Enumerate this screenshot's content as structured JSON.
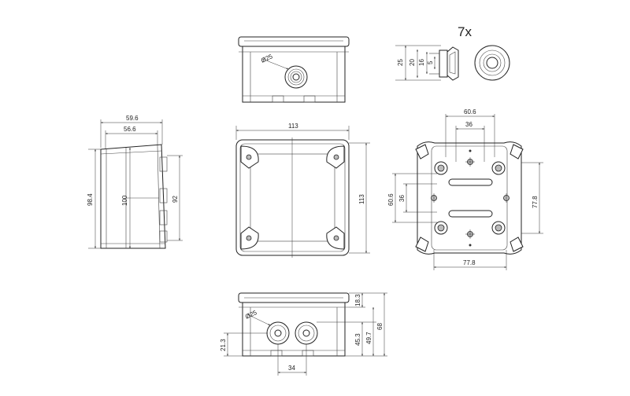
{
  "quantity_label": "7x",
  "dims": {
    "top_d25": "Ø25",
    "gland_25": "25",
    "gland_20": "20",
    "gland_16": "16",
    "gland_5": "5",
    "side_59_6": "59.6",
    "side_56_6": "56.6",
    "side_98_4": "98.4",
    "side_100": "100",
    "side_92": "92",
    "front_113_w": "113",
    "front_113_h": "113",
    "back_60_6_top": "60.6",
    "back_36_top": "36",
    "back_60_6_left": "60.6",
    "back_36_left": "36",
    "back_77_8_right": "77.8",
    "back_77_8_bottom": "77.8",
    "bot_d25": "Ø25",
    "bot_21_3": "21.3",
    "bot_34": "34",
    "bot_18_3": "18.3",
    "bot_45_3": "45.3",
    "bot_49_7": "49.7",
    "bot_68": "68"
  }
}
